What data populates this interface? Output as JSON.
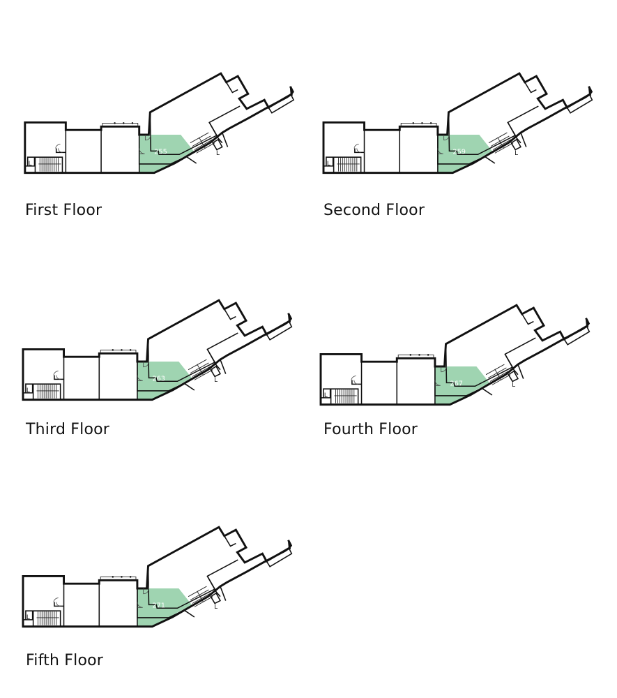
{
  "colors": {
    "highlight": "#9fd4b1",
    "walls": "#111111"
  },
  "lift_label": "L",
  "floors": [
    {
      "caption": "First Floor",
      "room": "255"
    },
    {
      "caption": "Second Floor",
      "room": "259"
    },
    {
      "caption": "Third Floor",
      "room": "263"
    },
    {
      "caption": "Fourth Floor",
      "room": "267"
    },
    {
      "caption": "Fifth Floor",
      "room": "271"
    }
  ]
}
